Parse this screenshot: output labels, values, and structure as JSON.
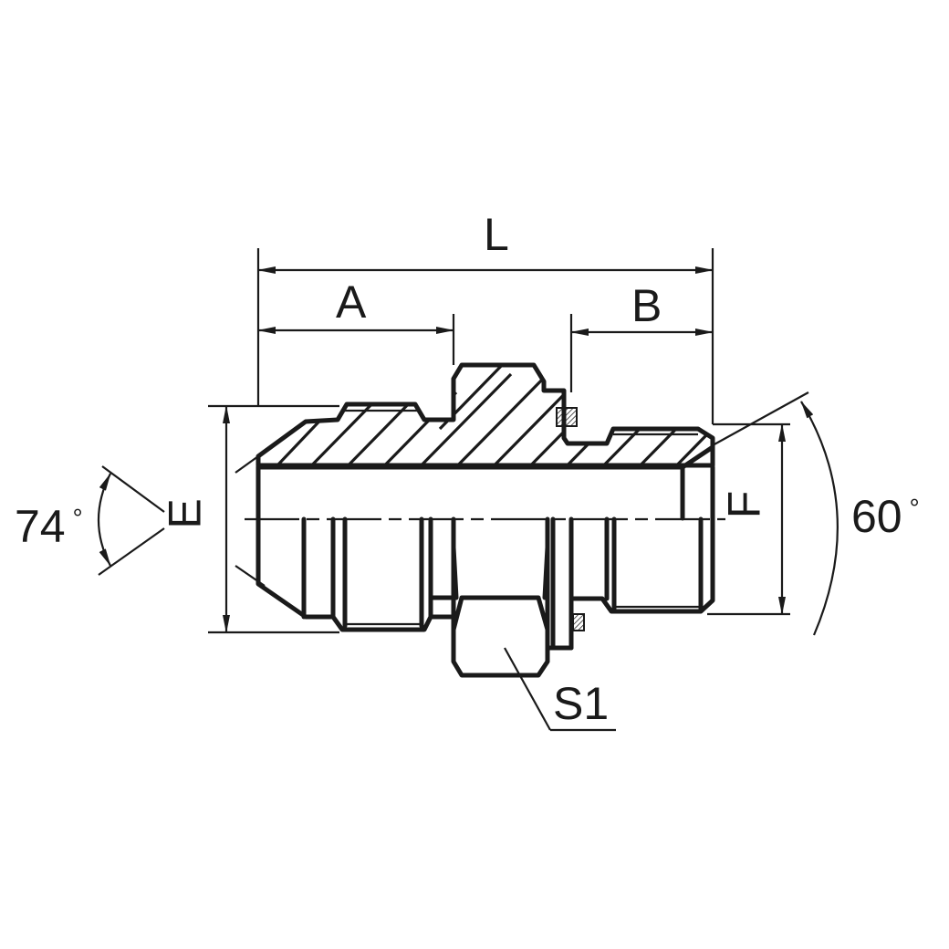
{
  "diagram": {
    "type": "technical-drawing",
    "subject": "straight male adaptor fitting (JIC 74° flare / BSP 60° cone)",
    "colors": {
      "line": "#1a1a1a",
      "background": "#ffffff"
    },
    "labels": {
      "overall_length": "L",
      "left_length": "A",
      "right_length": "B",
      "left_thread_dia": "E",
      "right_thread_dia": "F",
      "hex_size": "S1",
      "left_angle": "74",
      "right_angle": "60",
      "degree_symbol": "°"
    }
  }
}
